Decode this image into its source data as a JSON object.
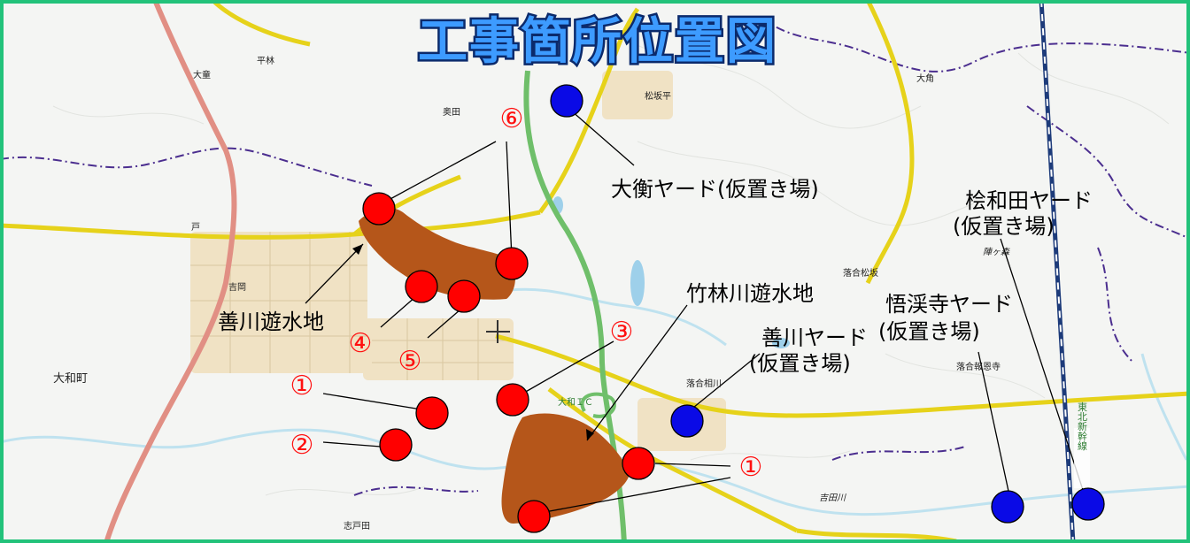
{
  "title": "工事箇所位置図",
  "place_names": {
    "hirabayashi": "平林",
    "odo": "大童",
    "okuda": "奥田",
    "matsuzakadai": "松坂平",
    "okado": "大角",
    "to": "戸",
    "yoshioka": "吉岡",
    "yamatomachi": "大和町",
    "ochiai_matsuzaka": "落合松坂",
    "jingamori": "陣ヶ森",
    "ochiai_houonji": "落合報恩寺",
    "ochiai_aikawa": "落合相川",
    "yamato_ic": "大和ＩＣ",
    "yoshidagawa": "吉田川",
    "shitoda": "志戸田",
    "shinkansen": "東北新幹線"
  },
  "labels": {
    "daikou_yard": "大衡ヤード(仮置き場)",
    "kaiwada_yard_1": "桧和田ヤード",
    "kaiwada_yard_2": "(仮置き場)",
    "gokeiji_yard_1": "悟渓寺ヤード",
    "gokeiji_yard_2": "(仮置き場)",
    "zenkawa_yard_1": "善川ヤード",
    "zenkawa_yard_2": "(仮置き場)",
    "takebayashi_pond": "竹林川遊水地",
    "zenkawa_pond": "善川遊水地"
  },
  "site_numbers": {
    "n1_left": "①",
    "n1_right": "①",
    "n2": "②",
    "n3": "③",
    "n4": "④",
    "n5": "⑤",
    "n6": "⑥"
  },
  "legend_colors": {
    "work_site": "#ff0000",
    "storage_yard": "#0000ff",
    "retention_pond": "#b5561a",
    "frame": "#22c27a"
  }
}
